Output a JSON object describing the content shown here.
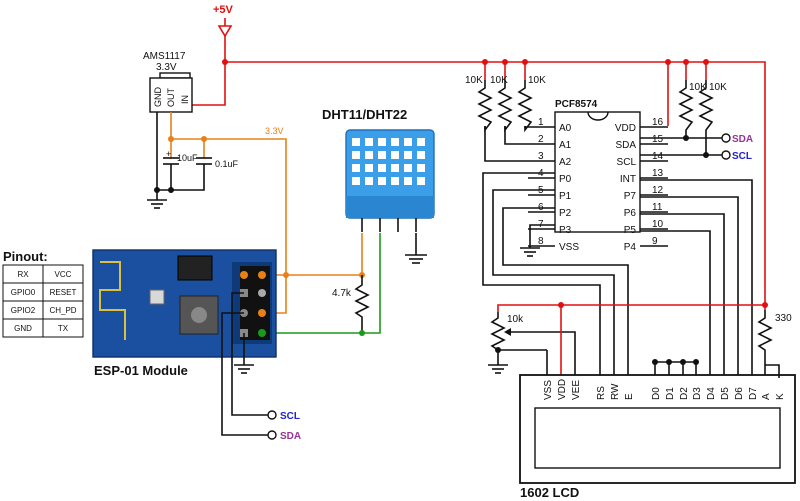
{
  "supply": {
    "label": "+5V"
  },
  "regulator": {
    "name": "AMS1117",
    "voltage": "3.3V",
    "pins": [
      "GND",
      "OUT",
      "IN"
    ]
  },
  "caps": {
    "c1": "10uF",
    "c2": "0.1uF",
    "c1_polarity": "+"
  },
  "rail_33": {
    "label": "3.3V"
  },
  "sensor": {
    "name": "DHT11/DHT22"
  },
  "pullup_dht": {
    "label": "4.7k"
  },
  "esp": {
    "name": "ESP-01 Module"
  },
  "pinout": {
    "title": "Pinout:",
    "rows": [
      [
        "RX",
        "VCC"
      ],
      [
        "GPIO0",
        "RESET"
      ],
      [
        "GPIO2",
        "CH_PD"
      ],
      [
        "GND",
        "TX"
      ]
    ]
  },
  "expander": {
    "name": "PCF8574",
    "left_pins": [
      "A0",
      "A1",
      "A2",
      "P0",
      "P1",
      "P2",
      "P3",
      "VSS"
    ],
    "left_nums": [
      "1",
      "2",
      "3",
      "4",
      "5",
      "6",
      "7",
      "8"
    ],
    "right_pins": [
      "VDD",
      "SDA",
      "SCL",
      "INT",
      "P7",
      "P6",
      "P5",
      "P4"
    ],
    "right_nums": [
      "16",
      "15",
      "14",
      "13",
      "12",
      "11",
      "10",
      "9"
    ]
  },
  "resistors": {
    "addr": "10K",
    "i2c": "10K",
    "pot": "10k",
    "backlight": "330"
  },
  "bus": {
    "sda": "SDA",
    "scl": "SCL"
  },
  "lcd": {
    "name": "1602 LCD",
    "pins": [
      "VSS",
      "VDD",
      "VEE",
      "RS",
      "RW",
      "E",
      "D0",
      "D1",
      "D2",
      "D3",
      "D4",
      "D5",
      "D6",
      "D7",
      "A",
      "K"
    ]
  }
}
